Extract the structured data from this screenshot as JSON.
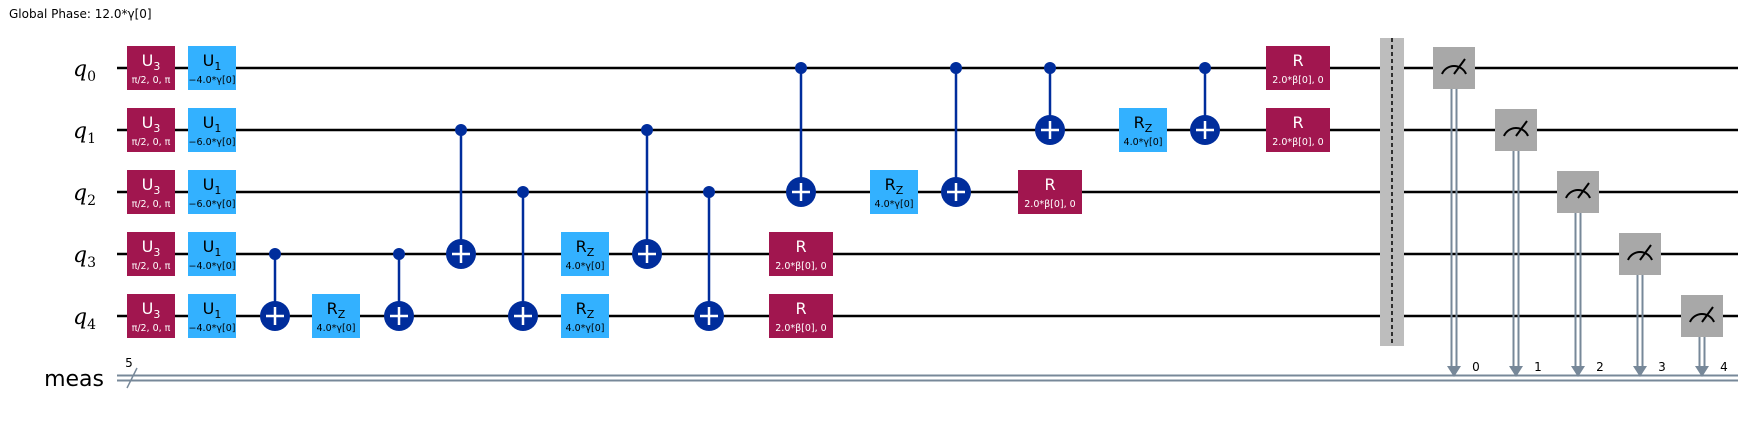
{
  "global_phase": "Global Phase: 12.0*γ[0]",
  "qubits": [
    {
      "base": "q",
      "sub": "0"
    },
    {
      "base": "q",
      "sub": "1"
    },
    {
      "base": "q",
      "sub": "2"
    },
    {
      "base": "q",
      "sub": "3"
    },
    {
      "base": "q",
      "sub": "4"
    }
  ],
  "classical": {
    "label": "meas",
    "width": "5",
    "bits": [
      "0",
      "1",
      "2",
      "3",
      "4"
    ]
  },
  "colors": {
    "u3": "#a1164f",
    "u1": "#33b1ff",
    "rz": "#33b1ff",
    "r": "#a1164f",
    "cx": "#002d9c",
    "measure": "#a8a8a8",
    "barrier": "#bdbdbd",
    "creg": "#778899"
  },
  "gates": [
    {
      "kind": "box",
      "color": "u3",
      "qubit": 0,
      "col": 0,
      "label": "U",
      "sub": "3",
      "param": "π/2, 0, π"
    },
    {
      "kind": "box",
      "color": "u3",
      "qubit": 1,
      "col": 0,
      "label": "U",
      "sub": "3",
      "param": "π/2, 0, π"
    },
    {
      "kind": "box",
      "color": "u3",
      "qubit": 2,
      "col": 0,
      "label": "U",
      "sub": "3",
      "param": "π/2, 0, π"
    },
    {
      "kind": "box",
      "color": "u3",
      "qubit": 3,
      "col": 0,
      "label": "U",
      "sub": "3",
      "param": "π/2, 0, π"
    },
    {
      "kind": "box",
      "color": "u3",
      "qubit": 4,
      "col": 0,
      "label": "U",
      "sub": "3",
      "param": "π/2, 0, π"
    },
    {
      "kind": "box",
      "color": "u1",
      "qubit": 0,
      "col": 1,
      "label": "U",
      "sub": "1",
      "param": "−4.0*γ[0]"
    },
    {
      "kind": "box",
      "color": "u1",
      "qubit": 1,
      "col": 1,
      "label": "U",
      "sub": "1",
      "param": "−6.0*γ[0]"
    },
    {
      "kind": "box",
      "color": "u1",
      "qubit": 2,
      "col": 1,
      "label": "U",
      "sub": "1",
      "param": "−6.0*γ[0]"
    },
    {
      "kind": "box",
      "color": "u1",
      "qubit": 3,
      "col": 1,
      "label": "U",
      "sub": "1",
      "param": "−4.0*γ[0]"
    },
    {
      "kind": "box",
      "color": "u1",
      "qubit": 4,
      "col": 1,
      "label": "U",
      "sub": "1",
      "param": "−4.0*γ[0]"
    },
    {
      "kind": "cx",
      "control": 3,
      "target": 4,
      "col": 2
    },
    {
      "kind": "box",
      "color": "rz",
      "qubit": 4,
      "col": 3,
      "label": "R",
      "sub": "Z",
      "param": "4.0*γ[0]"
    },
    {
      "kind": "cx",
      "control": 3,
      "target": 4,
      "col": 4
    },
    {
      "kind": "cx",
      "control": 1,
      "target": 3,
      "col": 5
    },
    {
      "kind": "cx",
      "control": 2,
      "target": 4,
      "col": 6
    },
    {
      "kind": "box",
      "color": "rz",
      "qubit": 3,
      "col": 7,
      "label": "R",
      "sub": "Z",
      "param": "4.0*γ[0]"
    },
    {
      "kind": "box",
      "color": "rz",
      "qubit": 4,
      "col": 7,
      "label": "R",
      "sub": "Z",
      "param": "4.0*γ[0]"
    },
    {
      "kind": "cx",
      "control": 1,
      "target": 3,
      "col": 8
    },
    {
      "kind": "cx",
      "control": 2,
      "target": 4,
      "col": 9
    },
    {
      "kind": "box",
      "color": "r",
      "qubit": 3,
      "col": 10,
      "label": "R",
      "sub": "",
      "param": "2.0*β[0], 0",
      "wide": true
    },
    {
      "kind": "box",
      "color": "r",
      "qubit": 4,
      "col": 10,
      "label": "R",
      "sub": "",
      "param": "2.0*β[0], 0",
      "wide": true
    },
    {
      "kind": "cx",
      "control": 0,
      "target": 2,
      "col": 10
    },
    {
      "kind": "box",
      "color": "rz",
      "qubit": 2,
      "col": 11,
      "label": "R",
      "sub": "Z",
      "param": "4.0*γ[0]"
    },
    {
      "kind": "cx",
      "control": 0,
      "target": 2,
      "col": 12
    },
    {
      "kind": "box",
      "color": "r",
      "qubit": 2,
      "col": 13,
      "label": "R",
      "sub": "",
      "param": "2.0*β[0], 0",
      "wide": true
    },
    {
      "kind": "cx",
      "control": 0,
      "target": 1,
      "col": 13
    },
    {
      "kind": "box",
      "color": "rz",
      "qubit": 1,
      "col": 14,
      "label": "R",
      "sub": "Z",
      "param": "4.0*γ[0]"
    },
    {
      "kind": "cx",
      "control": 0,
      "target": 1,
      "col": 15
    },
    {
      "kind": "box",
      "color": "r",
      "qubit": 0,
      "col": 16,
      "label": "R",
      "sub": "",
      "param": "2.0*β[0], 0",
      "wide": true
    },
    {
      "kind": "box",
      "color": "r",
      "qubit": 1,
      "col": 16,
      "label": "R",
      "sub": "",
      "param": "2.0*β[0], 0",
      "wide": true
    }
  ],
  "measurements": [
    {
      "qubit": 0,
      "bit": 0,
      "col": 19
    },
    {
      "qubit": 1,
      "bit": 1,
      "col": 20
    },
    {
      "qubit": 2,
      "bit": 2,
      "col": 21
    },
    {
      "qubit": 3,
      "bit": 3,
      "col": 22
    },
    {
      "qubit": 4,
      "bit": 4,
      "col": 23
    }
  ],
  "barrier": {
    "col": 18
  }
}
